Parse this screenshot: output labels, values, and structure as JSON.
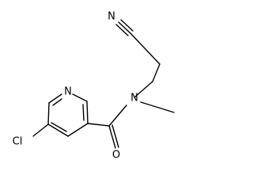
{
  "molecule": {
    "atoms": {
      "nitrile_n": "N",
      "amide_n": "N",
      "pyridine_n": "N",
      "carbonyl_o": "O",
      "chlorine": "Cl"
    }
  }
}
